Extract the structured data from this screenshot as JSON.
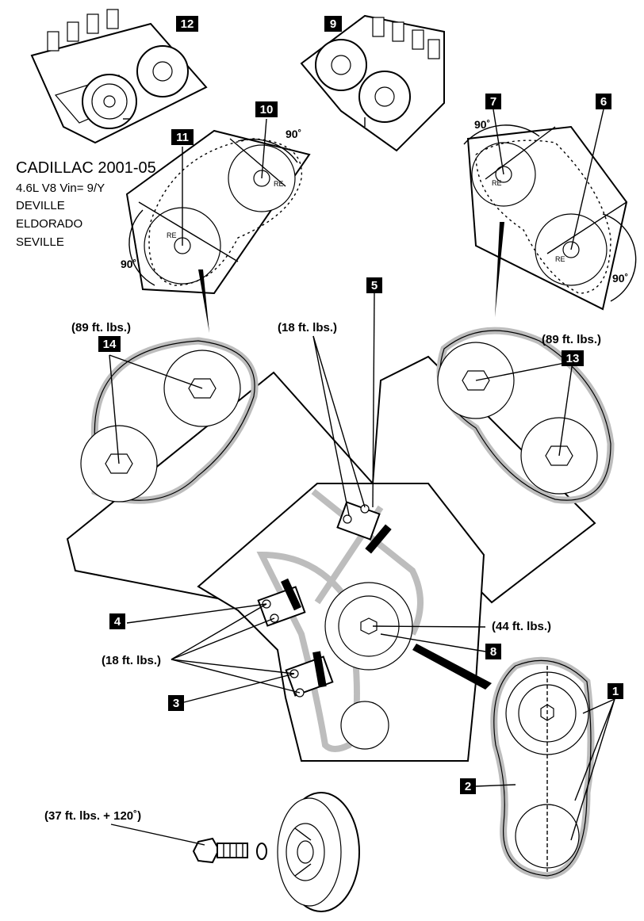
{
  "vehicle": {
    "title": "CADILLAC 2001-05",
    "engine": "4.6L  V8 Vin= 9/Y",
    "models": [
      "DEVILLE",
      "ELDORADO",
      "SEVILLE"
    ]
  },
  "callouts": [
    "1",
    "2",
    "3",
    "4",
    "5",
    "6",
    "7",
    "8",
    "9",
    "10",
    "11",
    "12",
    "13",
    "14"
  ],
  "torque_labels": {
    "left_cam": "(89 ft. lbs.)",
    "right_cam": "(89 ft. lbs.)",
    "tensioner_upper": "(18 ft. lbs.)",
    "tensioner_lower": "(18 ft. lbs.)",
    "crank_sprocket": "(44 ft. lbs.)",
    "crank_bolt": "(37 ft. lbs. + 120˚)"
  },
  "angle_labels": {
    "left_upper": "90˚",
    "left_lower": "90˚",
    "right_upper": "90˚",
    "right_lower": "90˚"
  },
  "mark_labels": [
    "RE",
    "RE",
    "RE",
    "RE"
  ],
  "colors": {
    "ink": "#000000",
    "paper": "#ffffff",
    "chain_fill": "#bdbdbd"
  }
}
